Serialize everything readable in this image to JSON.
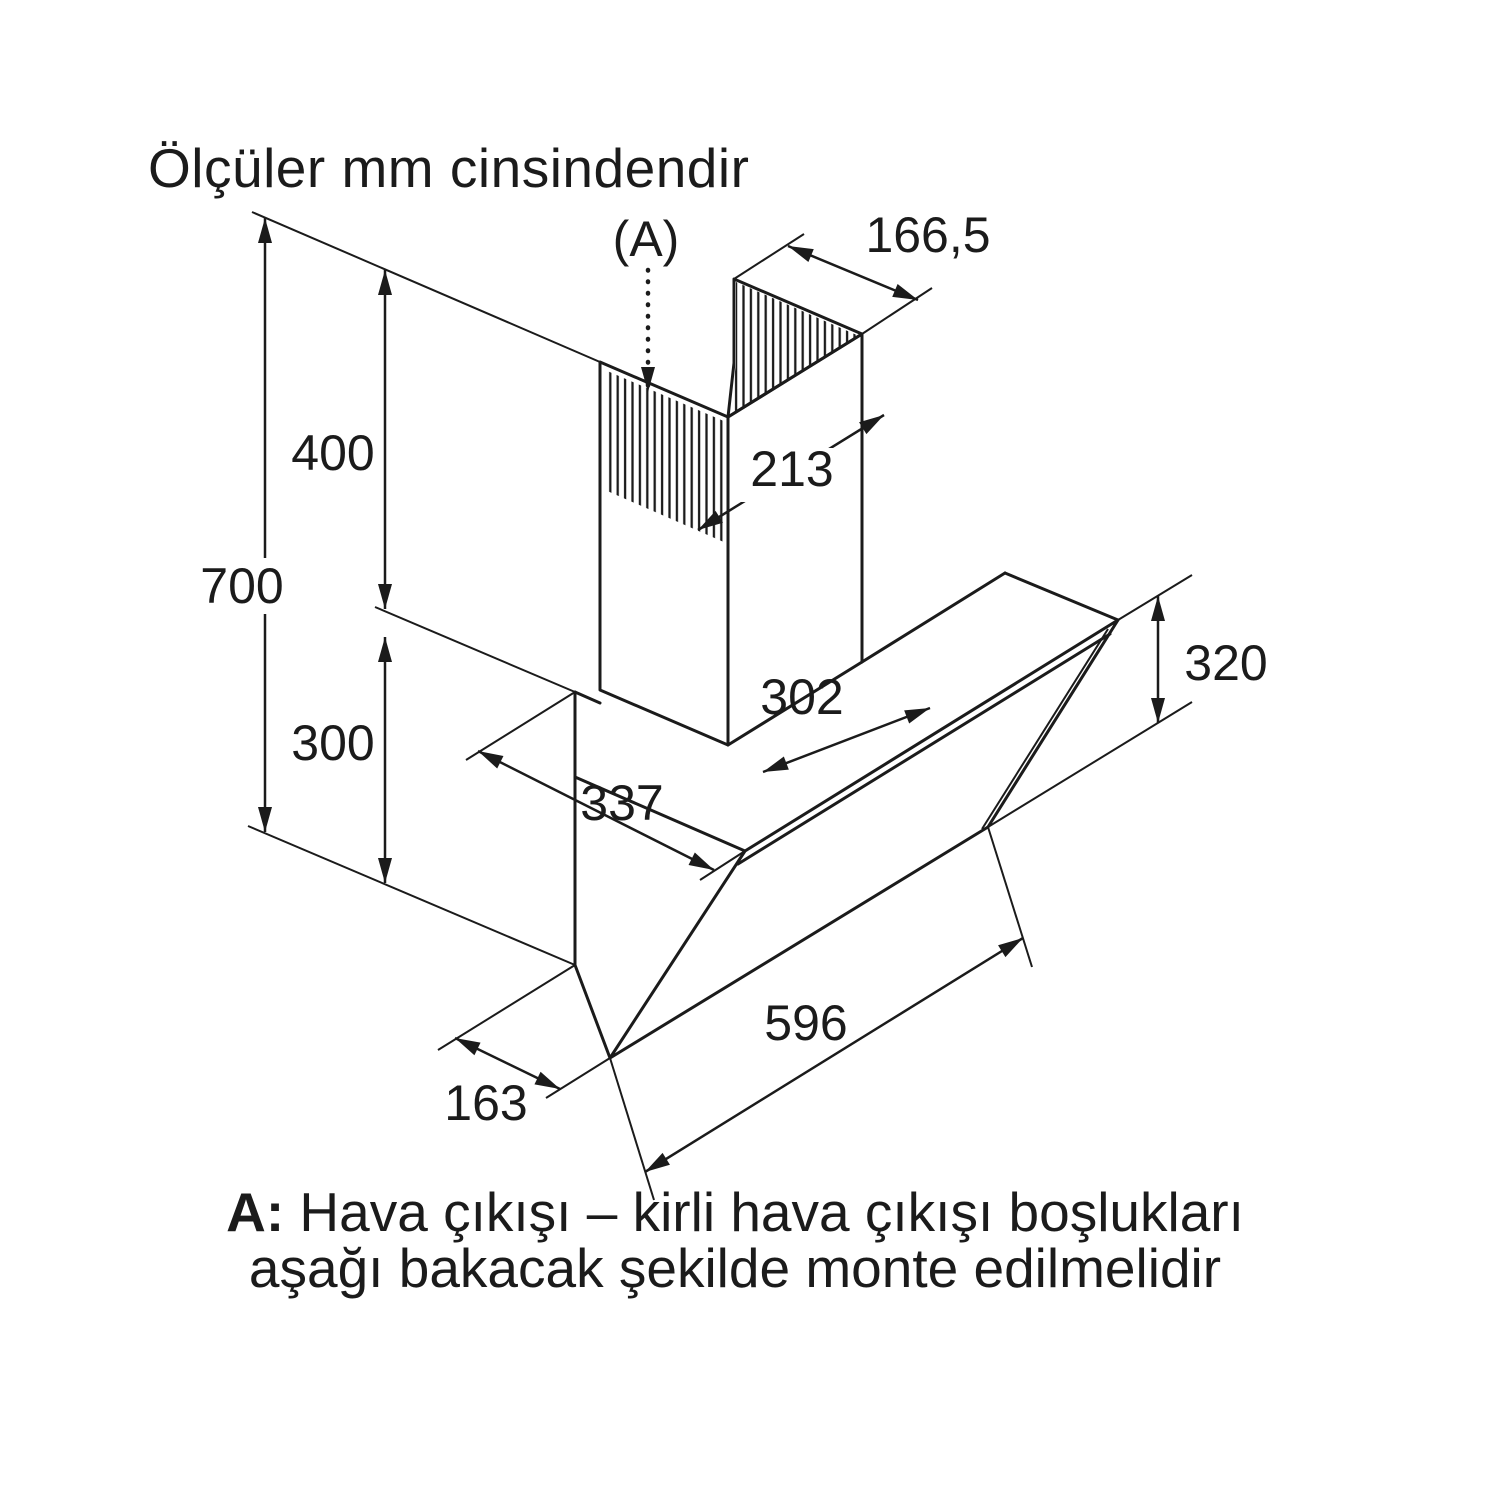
{
  "title": "Ölçüler mm cinsindendir",
  "diagram": {
    "marker_a": "(A)",
    "dims": {
      "height_total": "700",
      "height_chimney": "400",
      "height_body": "300",
      "flap_width": "166,5",
      "duct_depth": "213",
      "top_depth": "302",
      "body_depth": "337",
      "glass_height": "320",
      "width": "596",
      "bottom_depth": "163"
    }
  },
  "note": {
    "prefix": "A:",
    "line1": "Hava çıkışı – kirli hava çıkışı boşlukları",
    "line2": "aşağı bakacak şekilde monte edilmelidir"
  },
  "colors": {
    "line": "#1b1b1b",
    "background": "#ffffff"
  }
}
